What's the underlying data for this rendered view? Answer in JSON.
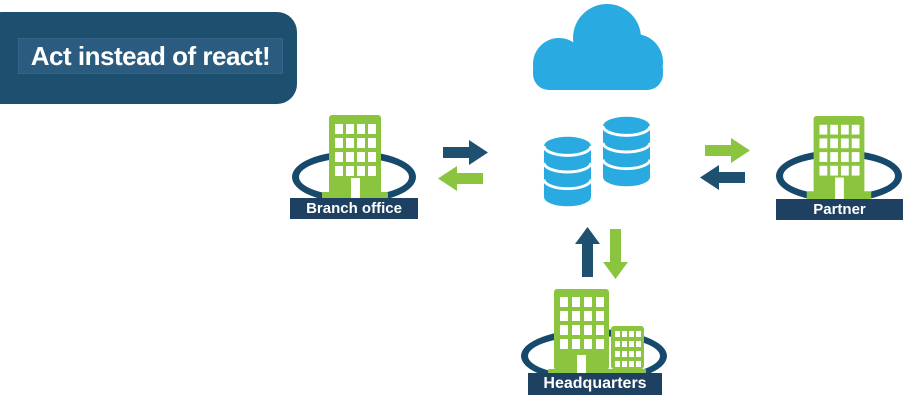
{
  "banner": {
    "label": "Act instead of react!"
  },
  "nodes": {
    "cloud": {
      "icon": "cloud-icon"
    },
    "databases": {
      "icon": "database-icon",
      "count": 2
    },
    "branch_office": {
      "label": "Branch office",
      "icon": "office-building-icon"
    },
    "partner": {
      "label": "Partner",
      "icon": "office-building-icon"
    },
    "headquarters": {
      "label": "Headquarters",
      "icon": "headquarters-buildings-icon"
    }
  },
  "arrows": {
    "branch_to_cloud": {
      "direction": "right",
      "color": "#1e5070"
    },
    "cloud_to_branch": {
      "direction": "left",
      "color": "#8bc53f"
    },
    "cloud_to_partner": {
      "direction": "right",
      "color": "#8bc53f"
    },
    "partner_to_cloud": {
      "direction": "left",
      "color": "#1e5070"
    },
    "headquarters_to_cloud": {
      "direction": "up",
      "color": "#1e5070"
    },
    "cloud_to_headquarters": {
      "direction": "down",
      "color": "#8bc53f"
    }
  },
  "colors": {
    "cloud_blue": "#29abe2",
    "building_green": "#8bc53f",
    "petrol_navy": "#1e5070",
    "ring_navy": "#16496b",
    "label_bar_navy": "#1e4161",
    "banner_bg": "#1d506f",
    "banner_inner_bg": "#2b5b7e",
    "text_white": "#ffffff",
    "background": "#ffffff"
  }
}
